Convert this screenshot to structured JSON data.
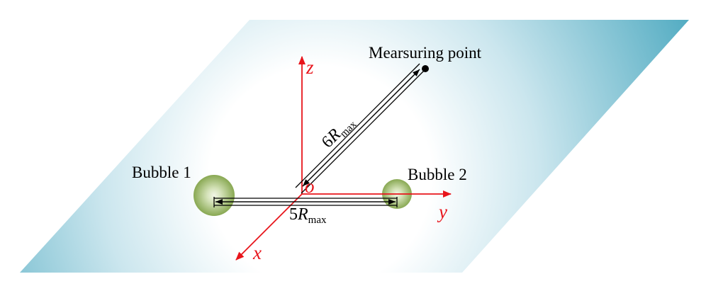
{
  "diagram": {
    "measuring_point_label": "Mearsuring point",
    "bubble1_label": "Bubble 1",
    "bubble2_label": "Bubble 2",
    "origin_label": "o",
    "axis_x_label": "x",
    "axis_y_label": "y",
    "axis_z_label": "z",
    "dist_vertical": {
      "coef": "6",
      "var": "R",
      "sub": "max"
    },
    "dist_horizontal": {
      "coef": "5",
      "var": "R",
      "sub": "max"
    }
  },
  "colors": {
    "axis": "#e8141b",
    "plane_edge": "#55adc3",
    "plane_center": "#ffffff",
    "bubble_outer": "#8fae5b",
    "bubble_inner": "#e6eed3",
    "ink": "#000000"
  }
}
